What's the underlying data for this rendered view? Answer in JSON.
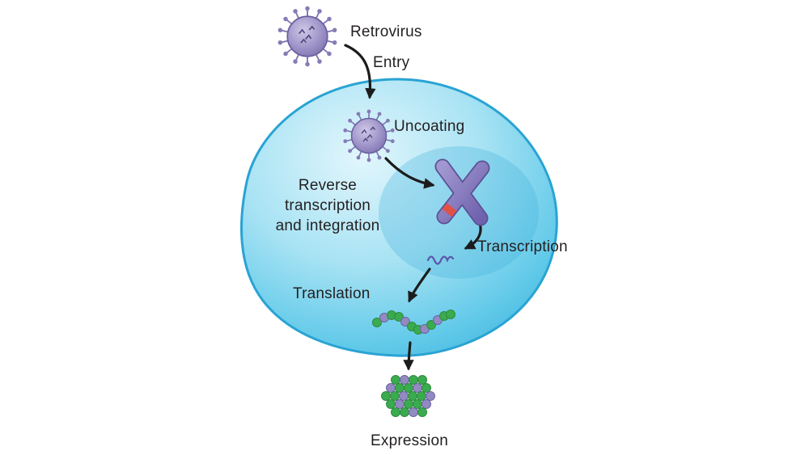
{
  "figure": {
    "labels": {
      "retrovirus": "Retrovirus",
      "entry": "Entry",
      "uncoating": "Uncoating",
      "reverse_lines": [
        "Reverse",
        "transcription",
        "and integration"
      ],
      "transcription": "Transcription",
      "translation": "Translation",
      "expression": "Expression"
    },
    "colors": {
      "cell_fill": "#7fd2ec",
      "cell_edge": "#29a3d3",
      "nucleus": "#3fb0da",
      "virus_body": "#9e93c8",
      "virus_edge": "#6a5fa0",
      "chromosome": "#7f71b6",
      "chromosome_band": "#e05248",
      "mrna": "#5b57a8",
      "bead_green": "#3aab4e",
      "bead_purple": "#938ac2",
      "arrow": "#1c1c1c",
      "text": "#231f20"
    }
  }
}
